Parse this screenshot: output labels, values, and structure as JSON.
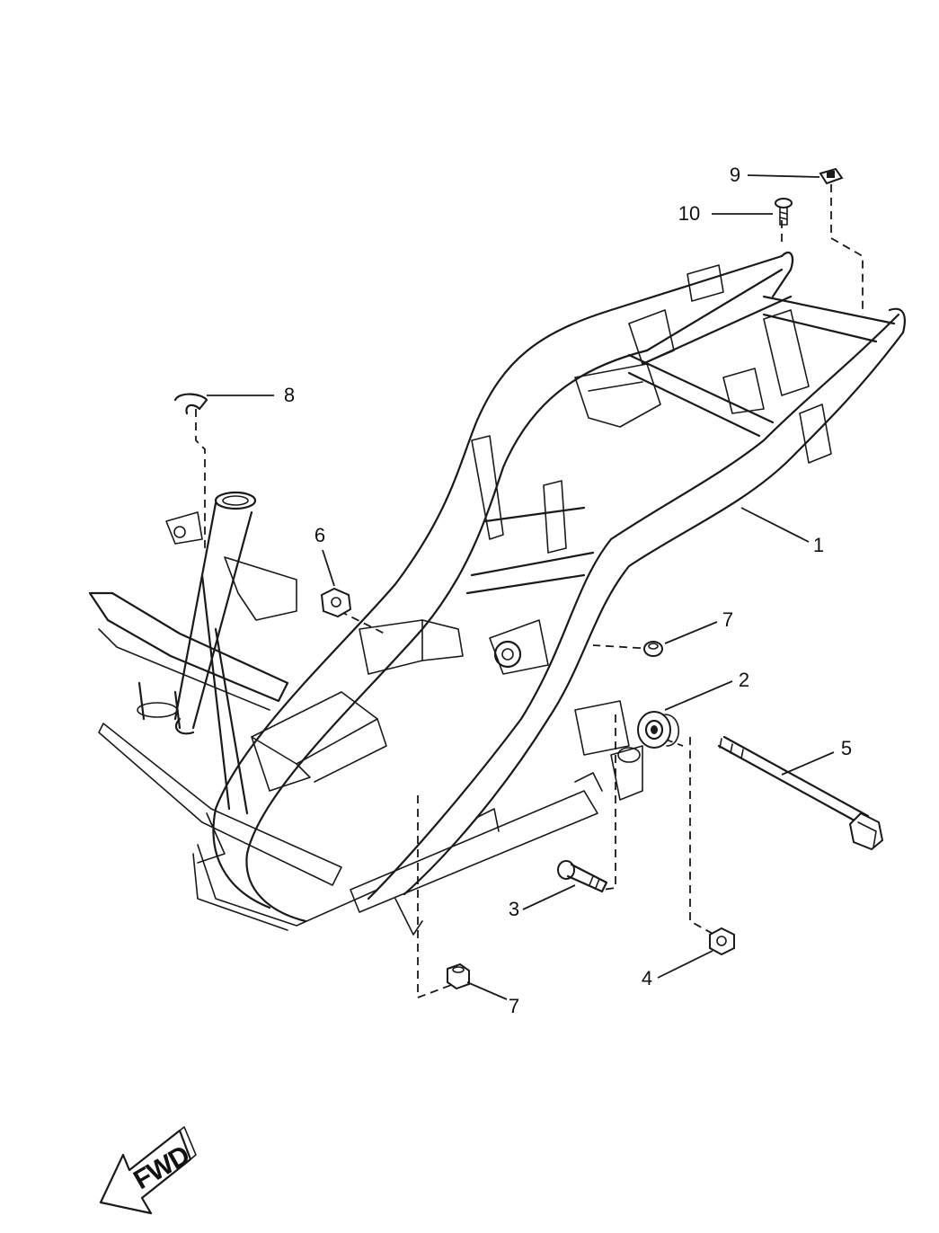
{
  "diagram": {
    "callouts": [
      {
        "id": "callout-1",
        "label": "1"
      },
      {
        "id": "callout-2",
        "label": "2"
      },
      {
        "id": "callout-3",
        "label": "3"
      },
      {
        "id": "callout-4",
        "label": "4"
      },
      {
        "id": "callout-5",
        "label": "5"
      },
      {
        "id": "callout-6",
        "label": "6"
      },
      {
        "id": "callout-7a",
        "label": "7"
      },
      {
        "id": "callout-7b",
        "label": "7"
      },
      {
        "id": "callout-8",
        "label": "8"
      },
      {
        "id": "callout-9",
        "label": "9"
      },
      {
        "id": "callout-10",
        "label": "10"
      }
    ],
    "direction_indicator": "FWD"
  }
}
